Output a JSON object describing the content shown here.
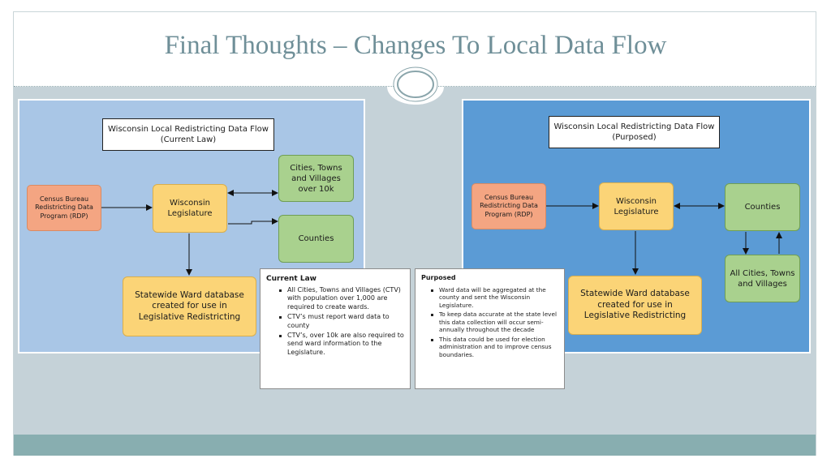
{
  "slide": {
    "title": "Final Thoughts – Changes To Local Data Flow"
  },
  "current_law_diagram": {
    "header_line1": "Wisconsin Local Redistricting Data Flow",
    "header_line2": "(Current Law)",
    "census_box": "Census Bureau Redistricting Data Program (RDP)",
    "legislature_box": "Wisconsin Legislature",
    "ctv_box": "Cities, Towns and Villages over 10k",
    "counties_box": "Counties",
    "ward_db_box": "Statewide Ward database created for use in Legislative Redistricting"
  },
  "purposed_diagram": {
    "header_line1": "Wisconsin Local Redistricting Data Flow",
    "header_line2": "(Purposed)",
    "census_box": "Census Bureau Redistricting Data Program (RDP)",
    "legislature_box": "Wisconsin Legislature",
    "counties_box": "Counties",
    "all_ctv_box": "All Cities, Towns and Villages",
    "ward_db_box": "Statewide Ward database created for use in Legislative Redistricting"
  },
  "current_law_notes": {
    "heading": "Current Law",
    "items": [
      "All Cities, Towns and Villages (CTV) with population over 1,000 are required to create wards.",
      "CTV’s must report ward data to county",
      "CTV’s, over 10k are also required to send ward information to the Legislature."
    ]
  },
  "purposed_notes": {
    "heading": "Purposed",
    "items": [
      "Ward data will be aggregated at the county and sent the Wisconsin Legislature.",
      "To keep data accurate at the state level this data collection will occur semi-annually throughout the decade",
      "This data could be used for election administration and to improve census boundaries."
    ]
  },
  "colors": {
    "title": "#6f8f98",
    "content_bg": "#c5d2d8",
    "footer_bar": "#88aeb0",
    "left_panel": "#a9c6e6",
    "right_panel": "#5b9bd5",
    "census_fill": "#f4a582",
    "legislature_fill": "#fbd477",
    "green_fill": "#a9d18e"
  }
}
